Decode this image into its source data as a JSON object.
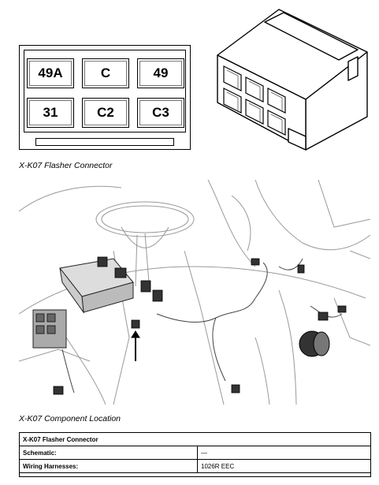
{
  "connector_face": {
    "pins": [
      "49A",
      "C",
      "49",
      "31",
      "C2",
      "C3"
    ]
  },
  "captions": {
    "connector": "X-K07 Flasher Connector",
    "location": "X-K07 Component Location"
  },
  "info_table": {
    "title": "X-K07 Flasher Connector",
    "rows": [
      {
        "label": "Schematic:",
        "value": "—"
      },
      {
        "label": "Wiring Harnesses:",
        "value": "1026R EEC"
      }
    ]
  }
}
